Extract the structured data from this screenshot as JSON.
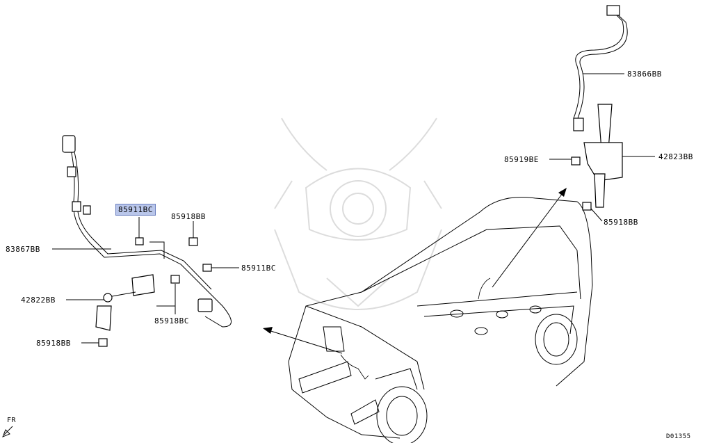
{
  "labels": {
    "left_highlight": "85911BC",
    "left_83867": "83867BB",
    "left_85918_top": "85918BB",
    "left_85911_right": "85911BC",
    "left_42822": "42822BB",
    "left_85918bc": "85918BC",
    "left_85918_bottom": "85918BB",
    "right_83866": "83866BB",
    "right_42823": "42823BB",
    "right_85919": "85919BE",
    "right_85918": "85918BB"
  },
  "direction_marker": "FR",
  "diagram_code": "D01355",
  "colors": {
    "highlight": "#b9c6ea",
    "line": "#000000",
    "watermark": "#dcdcdc"
  }
}
